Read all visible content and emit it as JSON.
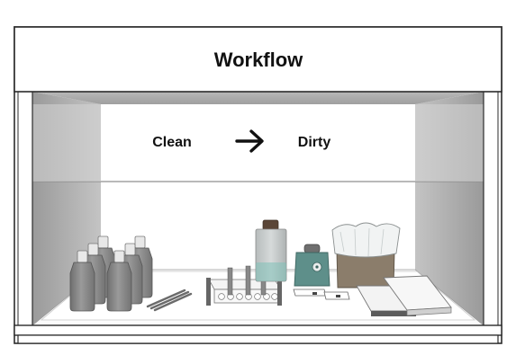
{
  "header": {
    "title": "Workflow"
  },
  "flow": {
    "start_label": "Clean",
    "end_label": "Dirty",
    "arrow_icon": "right-arrow-icon"
  },
  "colors": {
    "outline": "#2b2b2b",
    "wall_dark": "#a9a9a9",
    "wall_light": "#d9d9d9",
    "bottle": "#8a8a8a",
    "teal": "#5e8f8a",
    "waste_bin": "#8b7d6b"
  }
}
